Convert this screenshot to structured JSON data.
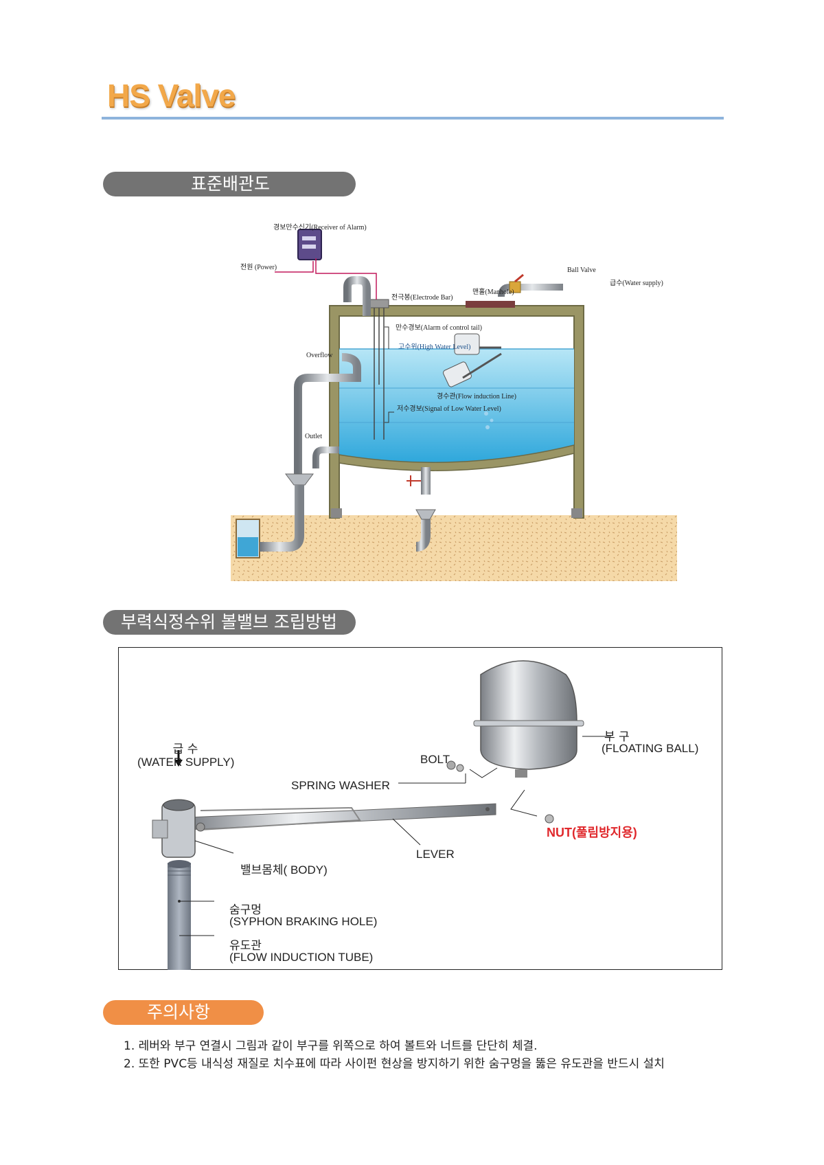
{
  "header": {
    "title": "HS Valve"
  },
  "sections": {
    "piping": "표준배관도",
    "assembly": "부력식정수위 볼밸브 조립방법",
    "notice": "주의사항"
  },
  "diagram1": {
    "receiver": "경보만수신기(Receiver of Alarm)",
    "power": "전원 (Power)",
    "ball_valve": "Ball Valve",
    "water_supply": "급수(Water supply)",
    "electrode": "전극봉(Electrode Bar)",
    "manhole": "맨홀(Manhole)",
    "alarm_tail": "만수경보(Alarm of control tail)",
    "high_level": "고수위(High Water Level)",
    "overflow": "Overflow",
    "flow_line": "경수관(Flow induction Line)",
    "low_signal": "저수경보(Signal of Low Water Level)",
    "outlet": "Outlet"
  },
  "diagram2": {
    "supply_ko": "급 수",
    "supply_en": "(WATER SUPPLY)",
    "bolt": "BOLT",
    "spring_washer": "SPRING WASHER",
    "float_ko": "부 구",
    "float_en": "(FLOATING BALL)",
    "nut": "NUT(풀림방지용)",
    "lever": "LEVER",
    "body": "밸브몸체( BODY)",
    "hole_ko": "숨구멍",
    "hole_en": "(SYPHON BRAKING HOLE)",
    "tube_ko": "유도관",
    "tube_en": "(FLOW INDUCTION TUBE)"
  },
  "notes": [
    "1. 레버와 부구 연결시 그림과 같이 부구를 위쪽으로 하여 볼트와 너트를 단단히 체결.",
    "2. 또한 PVC등 내식성 재질로 치수표에 따라 사이펀 현상을 방지하기 위한 숨구멍을 뚫은 유도관을 반드시 설치"
  ],
  "colors": {
    "title": "#f2a84a",
    "rule": "#8eb4dc",
    "pill_gray": "#737373",
    "pill_orange": "#f08f46",
    "nut_red": "#e0282c"
  }
}
